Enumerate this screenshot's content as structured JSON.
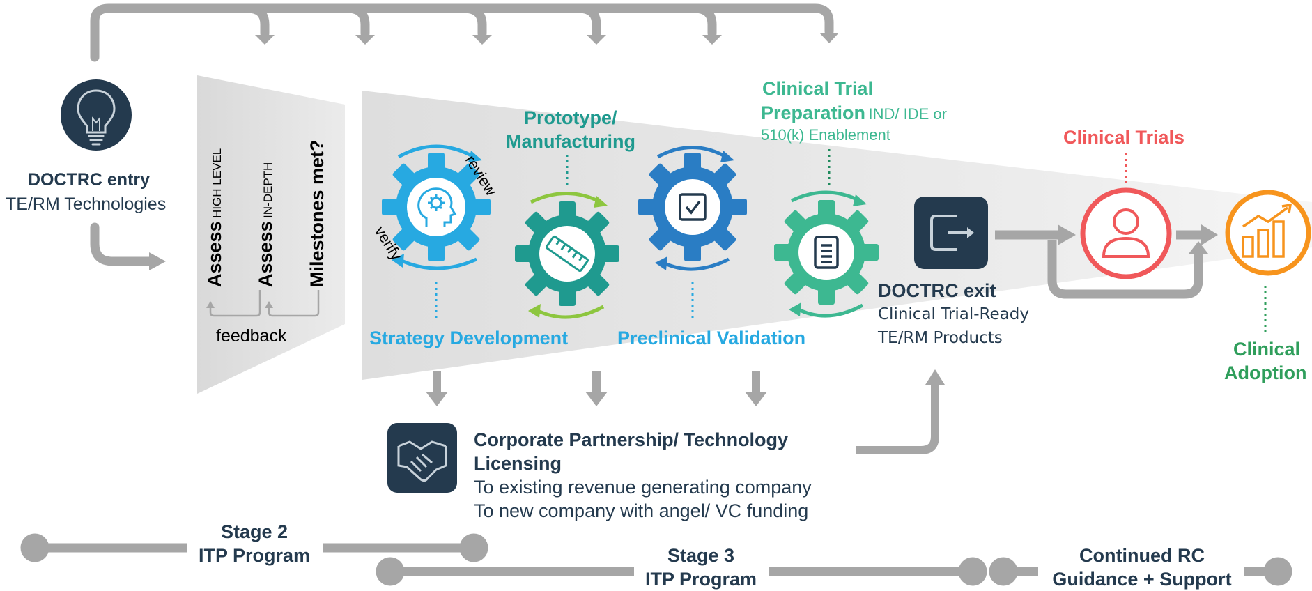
{
  "entry": {
    "title": "DOCTRC entry",
    "subtitle": "TE/RM Technologies"
  },
  "assess": {
    "steps": [
      {
        "label": "Assess",
        "qualifier": "HIGH LEVEL"
      },
      {
        "label": "Assess",
        "qualifier": "IN-DEPTH"
      }
    ],
    "milestones": "Milestones met?",
    "feedback": "feedback"
  },
  "gears": {
    "review": "review",
    "verify": "verify"
  },
  "phases": {
    "strategy": "Strategy Development",
    "prototype_line1": "Prototype/",
    "prototype_line2": "Manufacturing",
    "preclinical": "Preclinical Validation",
    "clinical_prep_line1": "Clinical Trial",
    "clinical_prep_line2": "Preparation",
    "clinical_prep_note1": "IND/ IDE or",
    "clinical_prep_note2": "510(k) Enablement"
  },
  "exit": {
    "title": "DOCTRC exit",
    "line1": "Clinical Trial-Ready",
    "line2": "TE/RM Products"
  },
  "clinical": {
    "trials": "Clinical Trials",
    "adoption_line1": "Clinical",
    "adoption_line2": "Adoption"
  },
  "partnership": {
    "title_line1": "Corporate Partnership/ Technology",
    "title_line2": "Licensing",
    "line1": "To existing revenue generating company",
    "line2": "To new company with angel/ VC funding"
  },
  "stages": [
    {
      "line1": "Stage 2",
      "line2": "ITP Program"
    },
    {
      "line1": "Stage 3",
      "line2": "ITP Program"
    },
    {
      "line1": "Continued RC",
      "line2": "Guidance + Support"
    }
  ],
  "colors": {
    "navy": "#243a4e",
    "sky_blue": "#27a9e1",
    "teal": "#1f9a8f",
    "royal_blue": "#2a7dc4",
    "mint": "#3db891",
    "coral": "#f0585a",
    "orange": "#f7941d",
    "green": "#2f9e5b",
    "gray": "#a6a6a6"
  },
  "icons": [
    "lightbulb-icon",
    "head-gear-icon",
    "ruler-icon",
    "checkbox-icon",
    "document-icon",
    "exit-icon",
    "person-icon",
    "growth-chart-icon",
    "handshake-icon"
  ]
}
